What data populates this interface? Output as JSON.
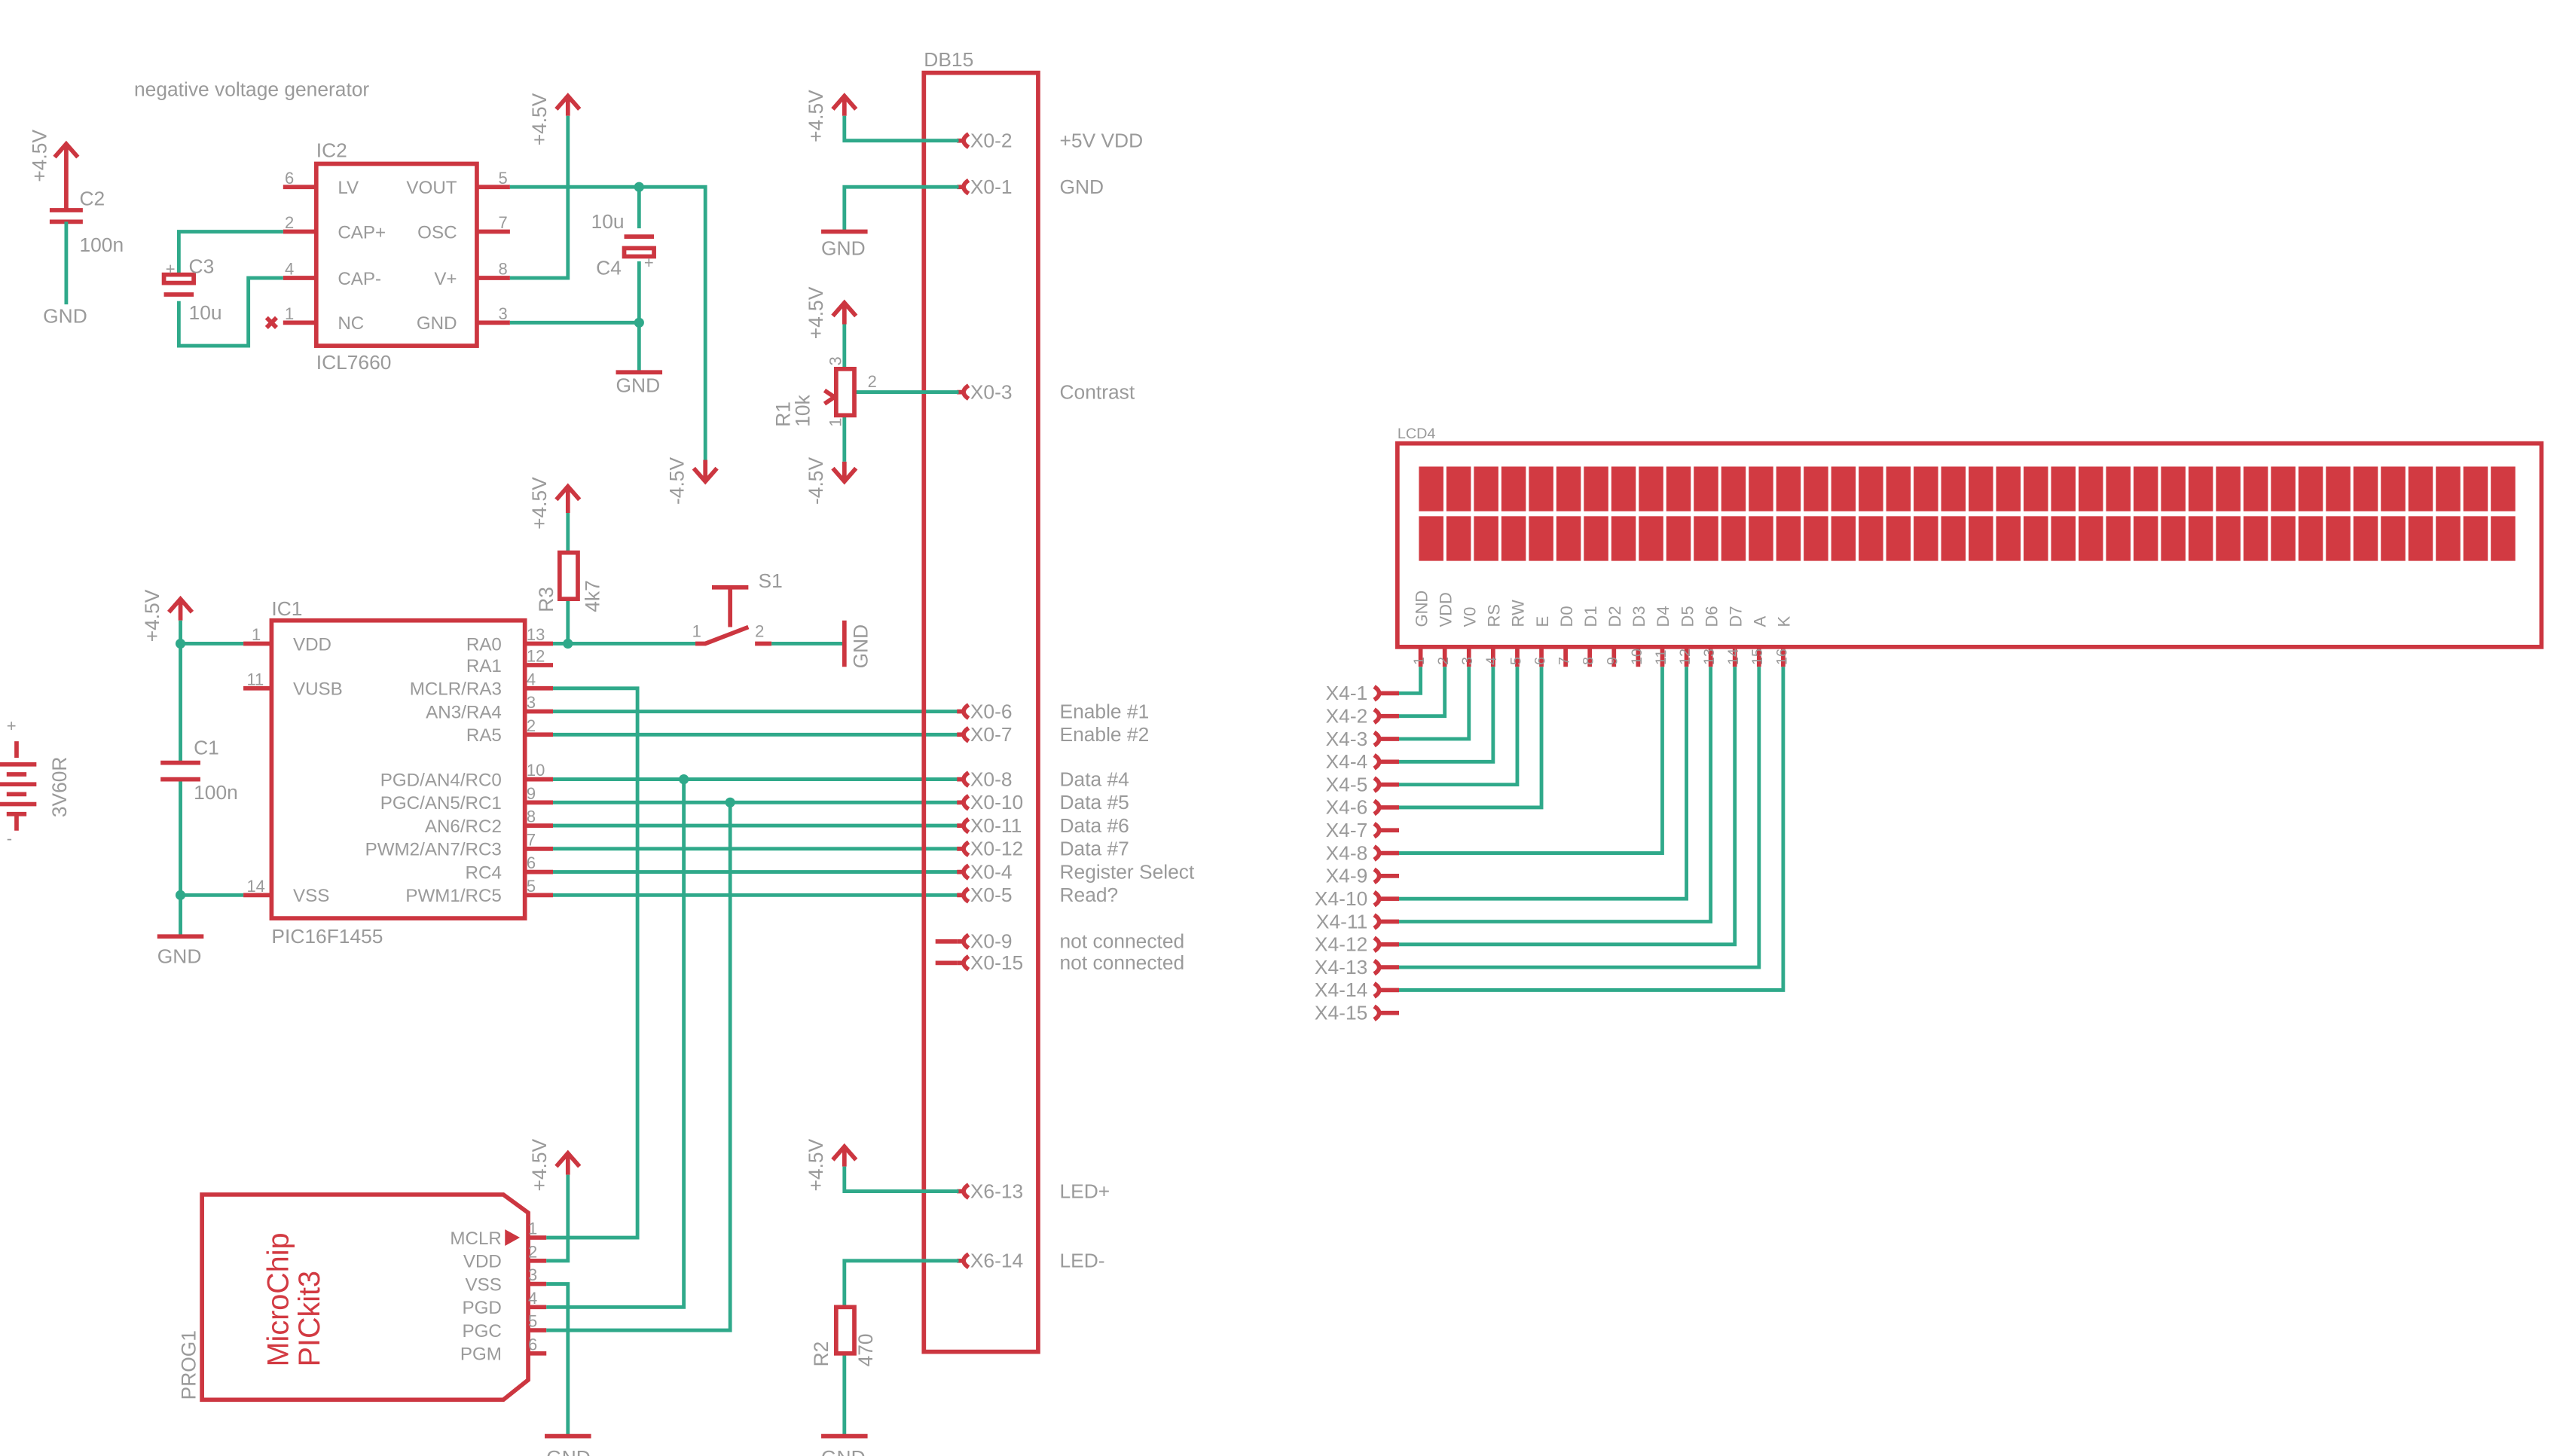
{
  "title_note": "negative voltage generator",
  "nets": {
    "p45": "+4.5V",
    "n45": "-4.5V",
    "gnd": "GND"
  },
  "ic2": {
    "name": "IC2",
    "value": "ICL7660",
    "pins_l": [
      "LV",
      "CAP+",
      "CAP-",
      "NC"
    ],
    "nums_l": [
      "6",
      "2",
      "4",
      "1"
    ],
    "pins_r": [
      "VOUT",
      "OSC",
      "V+",
      "GND"
    ],
    "nums_r": [
      "5",
      "7",
      "8",
      "3"
    ]
  },
  "c1": {
    "name": "C1",
    "value": "100n"
  },
  "c2": {
    "name": "C2",
    "value": "100n"
  },
  "c3": {
    "name": "C3",
    "value": "10u"
  },
  "c4": {
    "name": "C4",
    "value": "10u"
  },
  "r1": {
    "name": "R1",
    "value": "10k",
    "pin1": "1",
    "pin2": "2",
    "pin3": "3"
  },
  "r2": {
    "name": "R2",
    "value": "470"
  },
  "r3": {
    "name": "R3",
    "value": "4k7"
  },
  "s1": {
    "name": "S1",
    "pin1": "1",
    "pin2": "2"
  },
  "batt": {
    "value": "3V60R",
    "plus": "+",
    "minus": "-"
  },
  "ic1": {
    "name": "IC1",
    "value": "PIC16F1455",
    "pins_l": [
      "VDD",
      "VUSB",
      "VSS"
    ],
    "nums_l": [
      "1",
      "11",
      "14"
    ],
    "pins_r": [
      "RA0",
      "RA1",
      "MCLR/RA3",
      "AN3/RA4",
      "RA5",
      "PGD/AN4/RC0",
      "PGC/AN5/RC1",
      "AN6/RC2",
      "PWM2/AN7/RC3",
      "RC4",
      "PWM1/RC5"
    ],
    "nums_r": [
      "13",
      "12",
      "4",
      "3",
      "2",
      "10",
      "9",
      "8",
      "7",
      "6",
      "5"
    ]
  },
  "prog": {
    "name": "PROG1",
    "title1": "MicroChip",
    "title2": "PICkit3",
    "pins": [
      "MCLR",
      "VDD",
      "VSS",
      "PGD",
      "PGC",
      "PGM"
    ],
    "nums": [
      "1",
      "2",
      "3",
      "4",
      "5",
      "6"
    ]
  },
  "db15": {
    "name": "DB15",
    "pins": [
      "X0-2",
      "X0-1",
      "X0-3",
      "X0-6",
      "X0-7",
      "X0-8",
      "X0-10",
      "X0-11",
      "X0-12",
      "X0-4",
      "X0-5",
      "X0-9",
      "X0-15",
      "X6-13",
      "X6-14"
    ],
    "labels": [
      "+5V VDD",
      "GND",
      "Contrast",
      "Enable #1",
      "Enable #2",
      "Data #4",
      "Data #5",
      "Data #6",
      "Data #7",
      "Register Select",
      "Read?",
      "not connected",
      "not connected",
      "LED+",
      "LED-"
    ]
  },
  "lcd": {
    "name": "LCD4",
    "columns": 40,
    "rows": 2,
    "pins": [
      "GND",
      "VDD",
      "V0",
      "RS",
      "RW",
      "E",
      "D0",
      "D1",
      "D2",
      "D3",
      "D4",
      "D5",
      "D6",
      "D7",
      "A",
      "K"
    ],
    "nums": [
      "1",
      "2",
      "3",
      "4",
      "5",
      "6",
      "7",
      "8",
      "9",
      "10",
      "11",
      "12",
      "13",
      "14",
      "15",
      "16"
    ]
  },
  "x4": {
    "pins": [
      "X4-1",
      "X4-2",
      "X4-3",
      "X4-4",
      "X4-5",
      "X4-6",
      "X4-7",
      "X4-8",
      "X4-9",
      "X4-10",
      "X4-11",
      "X4-12",
      "X4-13",
      "X4-14",
      "X4-15"
    ]
  },
  "colors": {
    "symbol": "#cc3640",
    "wire": "#2fa98a",
    "text": "#9a9a9a",
    "lcd_cell": "#d23a42"
  }
}
